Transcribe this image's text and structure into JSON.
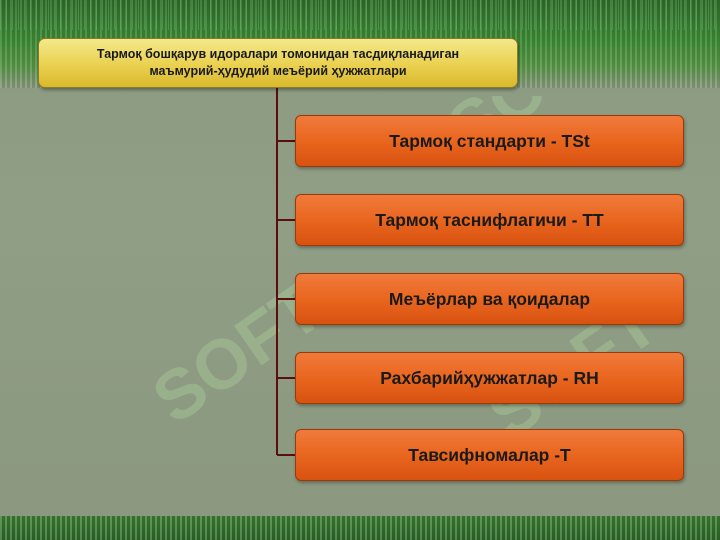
{
  "title": {
    "line1": "Тармоқ бошқарув идоралари томонидан  тасдиқланадиган",
    "line2": "маъмурий-ҳудудий меъёрий ҳужжатлари"
  },
  "items": [
    {
      "label": "Тармоқ стандарти - TSt"
    },
    {
      "label": "Тармоқ таснифлагичи - ТТ"
    },
    {
      "label": "Меъёрлар ва қоидалар"
    },
    {
      "label": "Рахбарийҳужжатлар - RH"
    },
    {
      "label": "Тавсифномалар -Т"
    }
  ],
  "watermark_text": "SOFT",
  "colors": {
    "title_fill": "#ead04f",
    "item_fill": "#e9661f",
    "connector": "#5a0e0e",
    "background": "#8e9b82",
    "band_green": "#3f8d37"
  }
}
